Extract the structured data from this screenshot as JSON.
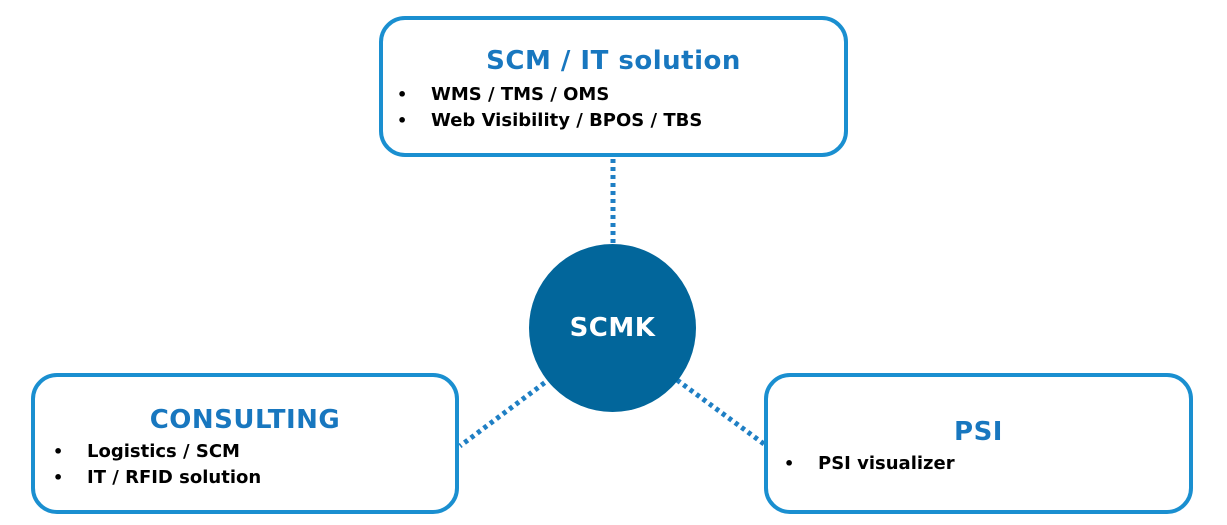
{
  "center": {
    "label": "SCMK"
  },
  "nodes": {
    "scm": {
      "title": "SCM / IT solution",
      "items": [
        "WMS / TMS / OMS",
        "Web Visibility / BPOS / TBS"
      ]
    },
    "consulting": {
      "title": "CONSULTING",
      "items": [
        "Logistics / SCM",
        "IT / RFID solution"
      ]
    },
    "psi": {
      "title": "PSI",
      "items": [
        "PSI visualizer"
      ]
    }
  },
  "colors": {
    "box_border": "#1a8fd0",
    "title_text": "#1877bf",
    "center_fill": "#02669b",
    "connector": "#1f7fc4"
  }
}
